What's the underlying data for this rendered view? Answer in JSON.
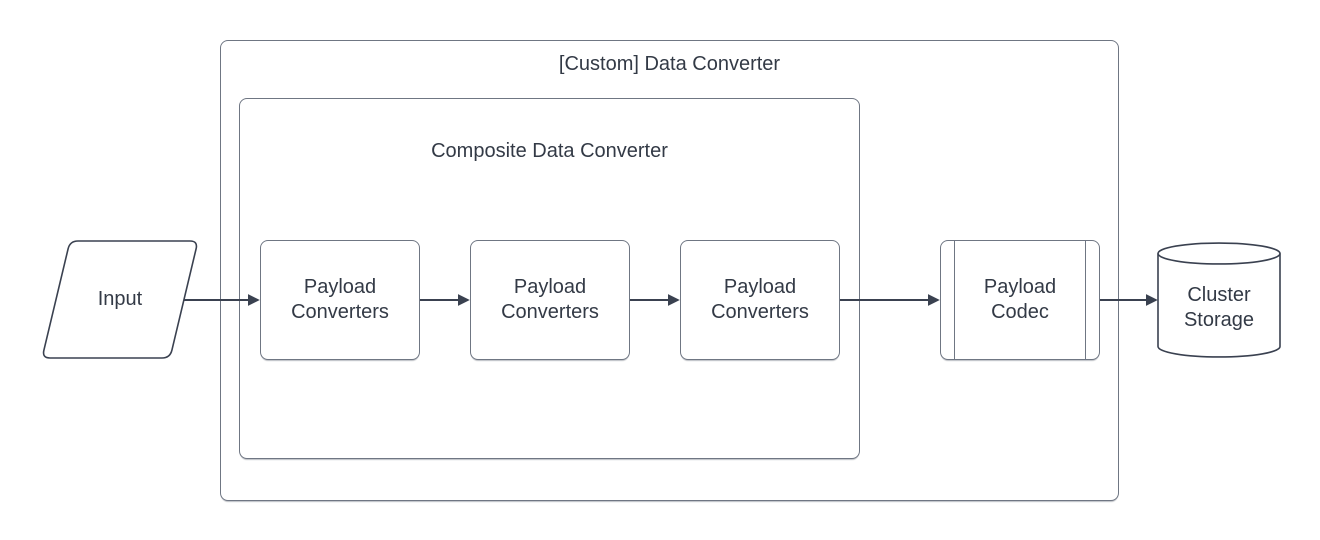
{
  "diagram": {
    "groups": {
      "outer": {
        "title": "[Custom] Data Converter"
      },
      "inner": {
        "title": "Composite Data Converter"
      }
    },
    "nodes": {
      "input": {
        "label": "Input",
        "shape": "parallelogram"
      },
      "converter_1": {
        "label": "Payload\nConverters",
        "shape": "rectangle"
      },
      "converter_2": {
        "label": "Payload\nConverters",
        "shape": "rectangle"
      },
      "converter_3": {
        "label": "Payload\nConverters",
        "shape": "rectangle"
      },
      "codec": {
        "label": "Payload\nCodec",
        "shape": "subroutine"
      },
      "storage": {
        "label": "Cluster\nStorage",
        "shape": "cylinder"
      }
    },
    "edges": [
      {
        "from": "input",
        "to": "converter_1"
      },
      {
        "from": "converter_1",
        "to": "converter_2"
      },
      {
        "from": "converter_2",
        "to": "converter_3"
      },
      {
        "from": "converter_3",
        "to": "codec"
      },
      {
        "from": "codec",
        "to": "storage"
      }
    ],
    "colors": {
      "background": "#ffffff",
      "text": "#333a46",
      "shape_stroke": "#3a4150",
      "container_stroke": "#6f7683"
    }
  }
}
